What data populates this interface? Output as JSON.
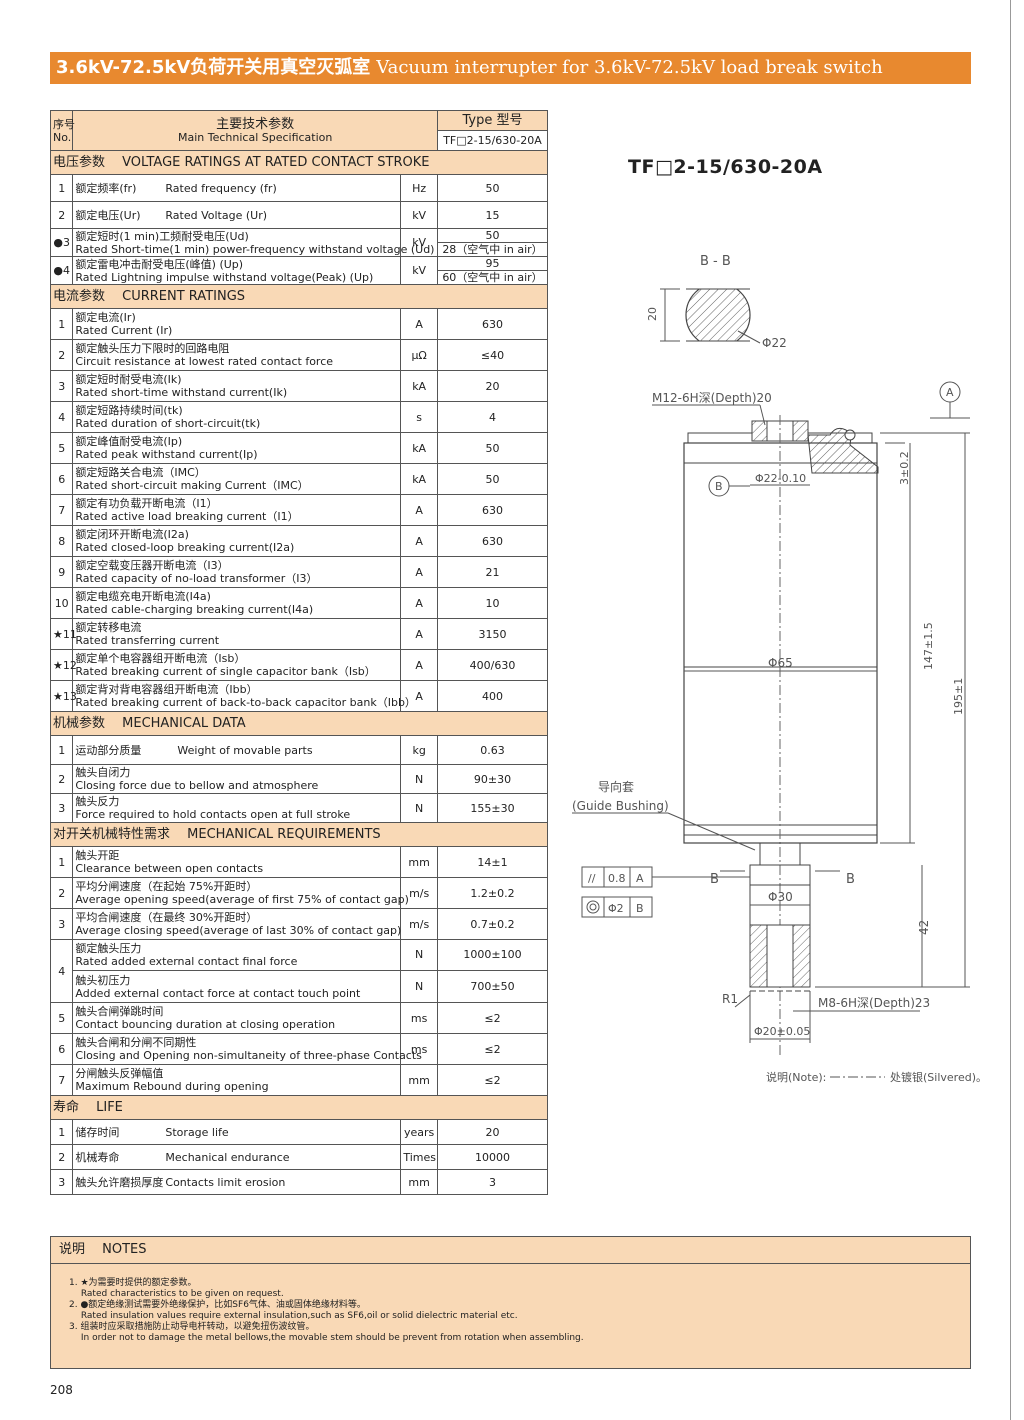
{
  "banner": {
    "cn": "3.6kV-72.5kV负荷开关用真空灭弧室",
    "en": "Vacuum interrupter for 3.6kV-72.5kV load break switch"
  },
  "header": {
    "no_cn": "序号",
    "no_en": "No.",
    "spec_cn": "主要技术参数",
    "spec_en": "Main Technical Specification",
    "type": "Type 型号",
    "model": "TF□2-15/630-20A"
  },
  "sections": {
    "voltage": "电压参数　 VOLTAGE RATINGS AT RATED CONTACT STROKE",
    "current": "电流参数　 CURRENT RATINGS",
    "mechanical": "机械参数　 MECHANICAL DATA",
    "requirements": "对开关机械特性需求　 MECHANICAL REQUIREMENTS",
    "life": "寿命　 LIFE"
  },
  "voltage_rows": [
    {
      "no": "1",
      "cn": "额定频率(fr)",
      "en": "Rated frequency (fr)",
      "unit": "Hz",
      "value": "50"
    },
    {
      "no": "2",
      "cn": "额定电压(Ur)",
      "en": "Rated Voltage (Ur)",
      "unit": "kV",
      "value": "15"
    },
    {
      "no": "●3",
      "cn": "额定短时(1 min)工频耐受电压(Ud)",
      "en": "Rated Short-time(1 min) power-frequency withstand voltage (Ud)",
      "unit": "kV",
      "value": "50",
      "value2": "28（空气中 in air）"
    },
    {
      "no": "●4",
      "cn": "额定雷电冲击耐受电压(峰值) (Up)",
      "en": "Rated Lightning impulse withstand voltage(Peak) (Up)",
      "unit": "kV",
      "value": "95",
      "value2": "60（空气中 in air）"
    }
  ],
  "current_rows": [
    {
      "no": "1",
      "cn": "额定电流(Ir)",
      "en": "Rated Current (Ir)",
      "unit": "A",
      "value": "630"
    },
    {
      "no": "2",
      "cn": "额定触头压力下限时的回路电阻",
      "en": "Circuit resistance at lowest rated contact force",
      "unit": "μΩ",
      "value": "≤40"
    },
    {
      "no": "3",
      "cn": "额定短时耐受电流(Ik)",
      "en": "Rated short-time withstand current(Ik)",
      "unit": "kA",
      "value": "20"
    },
    {
      "no": "4",
      "cn": "额定短路持续时间(tk)",
      "en": "Rated duration of short-circuit(tk)",
      "unit": "s",
      "value": "4"
    },
    {
      "no": "5",
      "cn": "额定峰值耐受电流(Ip)",
      "en": "Rated peak withstand current(Ip)",
      "unit": "kA",
      "value": "50"
    },
    {
      "no": "6",
      "cn": "额定短路关合电流（IMC）",
      "en": "Rated short-circuit making Current（IMC）",
      "unit": "kA",
      "value": "50"
    },
    {
      "no": "7",
      "cn": "额定有功负载开断电流（I1）",
      "en": "Rated active load breaking current（I1）",
      "unit": "A",
      "value": "630"
    },
    {
      "no": "8",
      "cn": "额定闭环开断电流(I2a)",
      "en": "Rated closed-loop breaking current(I2a)",
      "unit": "A",
      "value": "630"
    },
    {
      "no": "9",
      "cn": "额定空载变压器开断电流（I3）",
      "en": "Rated capacity of no-load transformer（I3）",
      "unit": "A",
      "value": "21"
    },
    {
      "no": "10",
      "cn": "额定电缆充电开断电流(I4a)",
      "en": "Rated cable-charging breaking current(I4a)",
      "unit": "A",
      "value": "10"
    },
    {
      "no": "★11",
      "cn": "额定转移电流",
      "en": "Rated transferring current",
      "unit": "A",
      "value": "3150"
    },
    {
      "no": "★12",
      "cn": "额定单个电容器组开断电流（Isb）",
      "en": "Rated breaking current of single capacitor bank（Isb）",
      "unit": "A",
      "value": "400/630"
    },
    {
      "no": "★13",
      "cn": "额定背对背电容器组开断电流（Ibb）",
      "en": "Rated breaking current of back-to-back capacitor bank（Ibb）",
      "unit": "A",
      "value": "400"
    }
  ],
  "mech_rows": [
    {
      "no": "1",
      "cn": "运动部分质量",
      "en": "Weight of movable parts",
      "unit": "kg",
      "value": "0.63"
    },
    {
      "no": "2",
      "cn": "触头自闭力",
      "en": "Closing force due to bellow and atmosphere",
      "unit": "N",
      "value": "90±30"
    },
    {
      "no": "3",
      "cn": "触头反力",
      "en": "Force required to hold contacts open at full stroke",
      "unit": "N",
      "value": "155±30"
    }
  ],
  "req_rows": [
    {
      "no": "1",
      "cn": "触头开距",
      "en": "Clearance between open contacts",
      "unit": "mm",
      "value": "14±1"
    },
    {
      "no": "2",
      "cn": "平均分闸速度（在起始 75%开距时）",
      "en": "Average opening speed(average of first 75% of contact gap)",
      "unit": "m/s",
      "value": "1.2±0.2"
    },
    {
      "no": "3",
      "cn": "平均合闸速度（在最终 30%开距时）",
      "en": "Average closing speed(average of last 30% of contact gap)",
      "unit": "m/s",
      "value": "0.7±0.2"
    },
    {
      "no": "4",
      "cn": "额定触头压力",
      "en": "Rated added external contact final force",
      "unit": "N",
      "value": "1000±100",
      "cn2": "触头初压力",
      "en2": "Added external contact force at contact touch point",
      "unit2": "N",
      "value2": "700±50"
    },
    {
      "no": "5",
      "cn": "触头合闸弹跳时间",
      "en": "Contact bouncing duration at closing operation",
      "unit": "ms",
      "value": "≤2"
    },
    {
      "no": "6",
      "cn": "触头合闸和分闸不同期性",
      "en": "Closing and Opening non-simultaneity of three-phase Contacts",
      "unit": "ms",
      "value": "≤2"
    },
    {
      "no": "7",
      "cn": "分闸触头反弹幅值",
      "en": "Maximum Rebound during opening",
      "unit": "mm",
      "value": "≤2"
    }
  ],
  "life_rows": [
    {
      "no": "1",
      "cn": "储存时间",
      "en": "Storage life",
      "unit": "years",
      "value": "20"
    },
    {
      "no": "2",
      "cn": "机械寿命",
      "en": "Mechanical endurance",
      "unit": "Times",
      "value": "10000"
    },
    {
      "no": "3",
      "cn": "触头允许磨损厚度",
      "en": "Contacts limit erosion",
      "unit": "mm",
      "value": "3"
    }
  ],
  "notes": {
    "title": "说明　 NOTES",
    "lines": [
      "1. ★为需要时提供的额定参数。",
      "　 Rated characteristics to be given on request.",
      "2. ●额定绝缘测试需要外绝缘保护，比如SF6气体、油或固体绝缘材料等。",
      "　 Rated insulation values require external insulation,such as SF6,oil or solid dielectric material etc.",
      "3. 组装时应采取措施防止动导电杆转动，以避免扭伤波纹管。",
      "　 In order not to damage the metal bellows,the movable stem should be prevent from rotation when assembling."
    ]
  },
  "drawing": {
    "model": "TF□2-15/630-20A",
    "section_label": "B - B",
    "dim_20": "20",
    "dim_d22": "Φ22",
    "thread_top": "M12-6H深(Depth)20",
    "datum_a": "A",
    "datum_b": "B",
    "dim_d22_tol": "Φ22-0.10",
    "dim_3": "3±0.2",
    "dim_147": "147±1.5",
    "dim_195": "195±1",
    "dim_d65": "Φ65",
    "guide_cn": "导向套",
    "guide_en": "(Guide Bushing)",
    "tol1_val": "0.8",
    "tol2_val": "Φ2",
    "dim_d30": "Φ30",
    "dim_42": "42",
    "r1": "R1",
    "thread_bottom": "M8-6H深(Depth)23",
    "dim_d20": "Φ20±0.05",
    "note_label": "说明(Note):",
    "note_value": "处镀银(Silvered)。"
  },
  "page_number": "208"
}
